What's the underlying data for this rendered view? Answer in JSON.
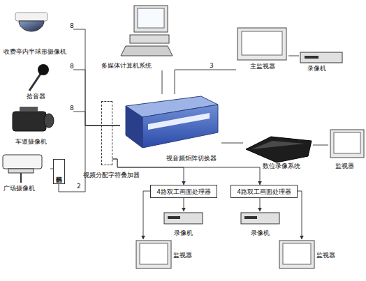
{
  "diagram": {
    "nodes": [
      {
        "text": [
          "收费亭内半球形摄像机"
        ]
      },
      {
        "text": [
          "多媒体计算机系统"
        ]
      },
      {
        "text": [
          "主监视器"
        ]
      },
      {
        "text": [
          "录像机"
        ]
      },
      {
        "text": [
          "拾音器"
        ]
      },
      {
        "text": [
          "车道摄像机"
        ]
      },
      {
        "text": [
          "视音频矩阵切换器"
        ]
      },
      {
        "text": [
          "视频分配字符叠加器"
        ]
      },
      {
        "text": [
          "数位录像系统"
        ]
      },
      {
        "text": [
          "监视器"
        ]
      },
      {
        "text": [
          "广场摄像机"
        ]
      },
      {
        "text": [
          "解码器"
        ]
      },
      {
        "text": [
          "4路双工画面处理器"
        ]
      },
      {
        "text": [
          "4路双工画面处理器"
        ]
      },
      {
        "text": [
          "录像机"
        ]
      },
      {
        "text": [
          "录像机"
        ]
      },
      {
        "text": [
          "监视器"
        ]
      },
      {
        "text": [
          "监视器"
        ]
      }
    ],
    "edges": [
      {
        "from": 0,
        "to": 6,
        "label": "8",
        "arrow": "none"
      },
      {
        "from": 4,
        "to": 6,
        "label": "8",
        "arrow": "none"
      },
      {
        "from": 5,
        "to": 6,
        "label": "8",
        "arrow": "none"
      },
      {
        "from": 1,
        "to": 6,
        "arrow": "none"
      },
      {
        "from": 6,
        "to": 2,
        "label": "3",
        "arrow": "none"
      },
      {
        "from": 2,
        "to": 3,
        "arrow": "none"
      },
      {
        "from": 6,
        "to": 8,
        "arrow": "none"
      },
      {
        "from": 8,
        "to": 9,
        "arrow": "none"
      },
      {
        "from": 10,
        "to": 11,
        "arrow": "none"
      },
      {
        "from": 11,
        "to": 6,
        "label": "2",
        "arrow": "none"
      },
      {
        "from": 7,
        "to": 12,
        "arrow": "to"
      },
      {
        "from": 7,
        "to": 13,
        "arrow": "to"
      },
      {
        "from": 12,
        "to": 14,
        "arrow": "to"
      },
      {
        "from": 13,
        "to": 15,
        "arrow": "to"
      },
      {
        "from": 12,
        "to": 16,
        "arrow": "to"
      },
      {
        "from": 13,
        "to": 17,
        "arrow": "to"
      }
    ]
  }
}
